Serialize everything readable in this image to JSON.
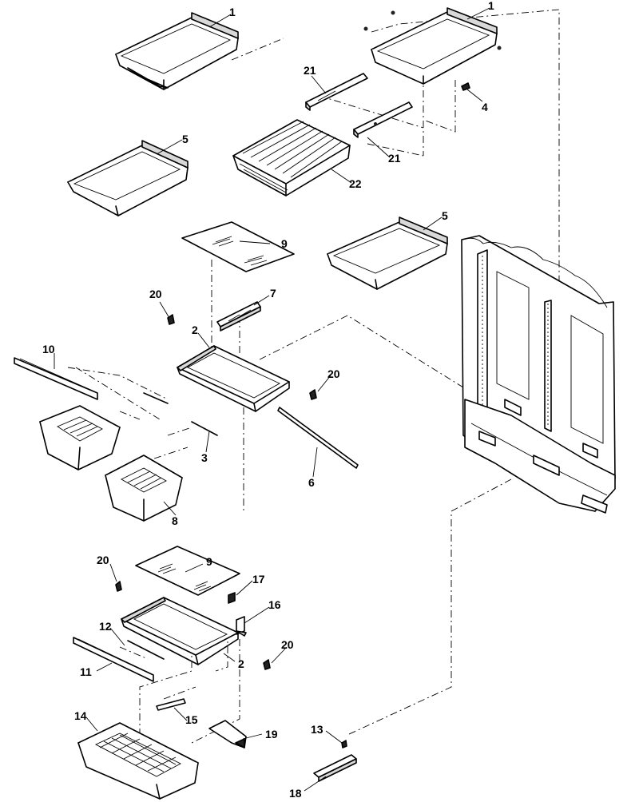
{
  "callouts": [
    {
      "id": "c1a",
      "text": "1"
    },
    {
      "id": "c1b",
      "text": "1"
    },
    {
      "id": "c21a",
      "text": "21"
    },
    {
      "id": "c4",
      "text": "4"
    },
    {
      "id": "c5a",
      "text": "5"
    },
    {
      "id": "c21b",
      "text": "21"
    },
    {
      "id": "c22",
      "text": "22"
    },
    {
      "id": "c5b",
      "text": "5"
    },
    {
      "id": "c9a",
      "text": "9"
    },
    {
      "id": "c20a",
      "text": "20"
    },
    {
      "id": "c7",
      "text": "7"
    },
    {
      "id": "c2a",
      "text": "2"
    },
    {
      "id": "c10",
      "text": "10"
    },
    {
      "id": "c20b",
      "text": "20"
    },
    {
      "id": "c3",
      "text": "3"
    },
    {
      "id": "c6",
      "text": "6"
    },
    {
      "id": "c8",
      "text": "8"
    },
    {
      "id": "c20c",
      "text": "20"
    },
    {
      "id": "c9b",
      "text": "9"
    },
    {
      "id": "c17",
      "text": "17"
    },
    {
      "id": "c16",
      "text": "16"
    },
    {
      "id": "c12",
      "text": "12"
    },
    {
      "id": "c20d",
      "text": "20"
    },
    {
      "id": "c11",
      "text": "11"
    },
    {
      "id": "c2b",
      "text": "2"
    },
    {
      "id": "c14",
      "text": "14"
    },
    {
      "id": "c15",
      "text": "15"
    },
    {
      "id": "c19",
      "text": "19"
    },
    {
      "id": "c13",
      "text": "13"
    },
    {
      "id": "c18",
      "text": "18"
    }
  ]
}
